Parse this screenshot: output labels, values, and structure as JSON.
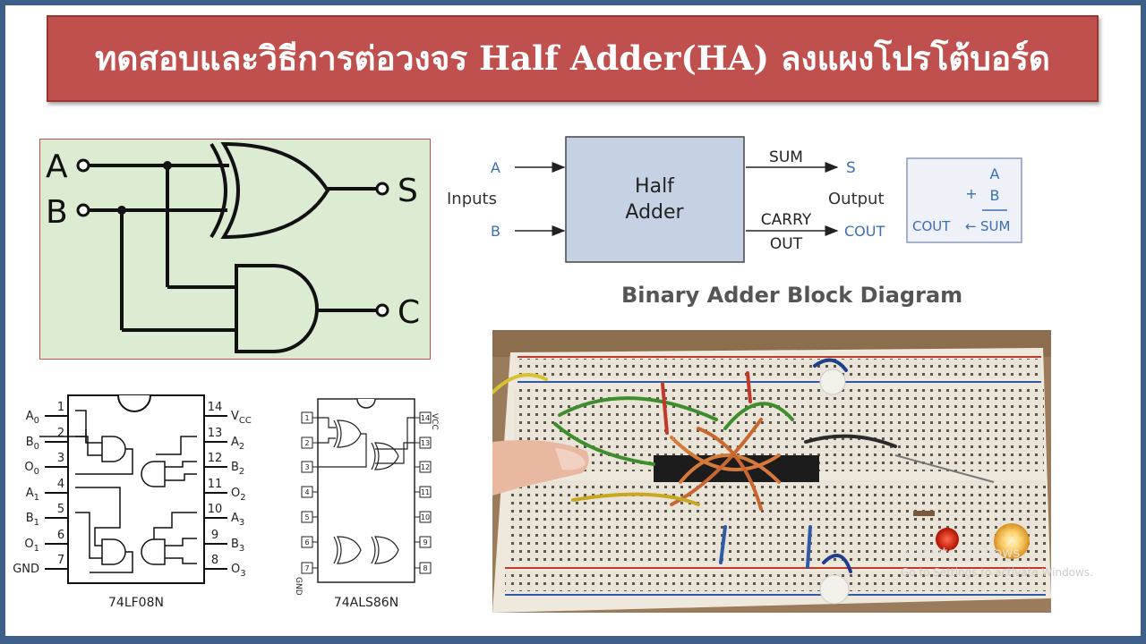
{
  "title": "ทดสอบและวิธีการต่อวงจร Half Adder(HA) ลงแผงโปรโต้บอร์ด",
  "circuit": {
    "input_a": "A",
    "input_b": "B",
    "output_s": "S",
    "output_c": "C"
  },
  "block_diagram": {
    "block_line1": "Half",
    "block_line2": "Adder",
    "in_a": "A",
    "in_b": "B",
    "inputs_label": "Inputs",
    "sum_label": "SUM",
    "carry_label": "CARRY",
    "out_label": "OUT",
    "s_label": "S",
    "output_label": "Output",
    "cout_label": "COUT",
    "caption": "Binary Adder Block Diagram",
    "eq_a": "A",
    "eq_plus": "+",
    "eq_b": "B",
    "eq_cout": "COUT",
    "eq_arrow": "←",
    "eq_sum": "SUM"
  },
  "ic_and": {
    "name": "74LF08N",
    "left_pins": [
      {
        "num": "1",
        "label": "A0"
      },
      {
        "num": "2",
        "label": "B0"
      },
      {
        "num": "3",
        "label": "O0"
      },
      {
        "num": "4",
        "label": "A1"
      },
      {
        "num": "5",
        "label": "B1"
      },
      {
        "num": "6",
        "label": "O1"
      },
      {
        "num": "7",
        "label": "GND"
      }
    ],
    "right_pins": [
      {
        "num": "14",
        "label": "VCC"
      },
      {
        "num": "13",
        "label": "A2"
      },
      {
        "num": "12",
        "label": "B2"
      },
      {
        "num": "11",
        "label": "O2"
      },
      {
        "num": "10",
        "label": "A3"
      },
      {
        "num": "9",
        "label": "B3"
      },
      {
        "num": "8",
        "label": "O3"
      }
    ]
  },
  "ic_xor": {
    "name": "74ALS86N",
    "left_pins": [
      "1",
      "2",
      "3",
      "4",
      "5",
      "6",
      "7"
    ],
    "right_pins": [
      "14",
      "13",
      "12",
      "11",
      "10",
      "9",
      "8"
    ],
    "vcc": "VCC",
    "gnd": "GND"
  },
  "watermark": {
    "line1": "Activate Windows",
    "line2": "Go to Settings to activate Windows."
  }
}
